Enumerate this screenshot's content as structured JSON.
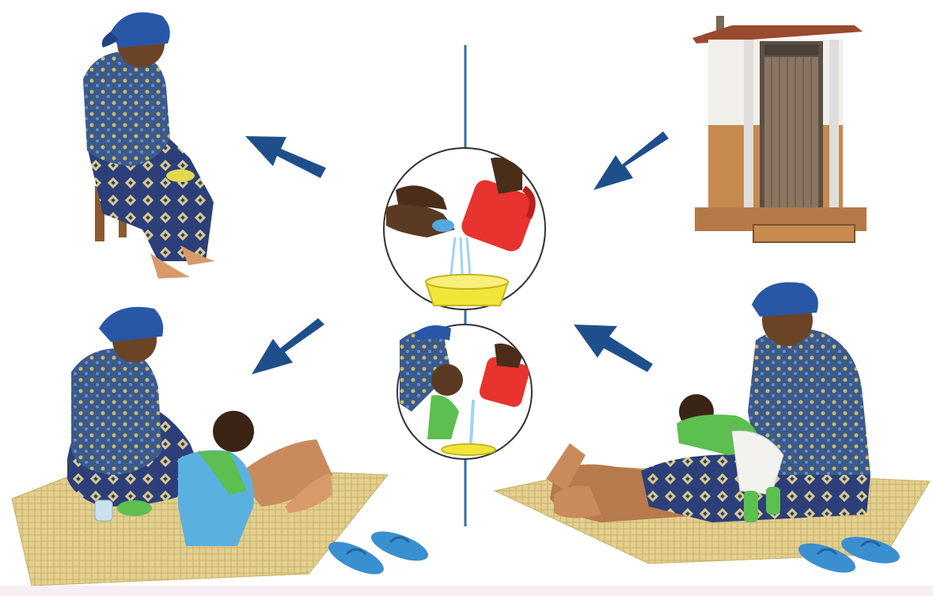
{
  "illustration": {
    "panels": [
      {
        "id": "latrine",
        "description_icon": "latrine-icon"
      },
      {
        "id": "handwash-adult",
        "description_icon": "handwash-icon"
      },
      {
        "id": "handwash-child",
        "description_icon": "handwash-icon"
      },
      {
        "id": "mother-changing-baby",
        "description_icon": "mother-baby-icon"
      },
      {
        "id": "mother-feeding-child",
        "description_icon": "mother-child-icon"
      },
      {
        "id": "mother-eating",
        "description_icon": "mother-eating-icon"
      }
    ],
    "arrows": [
      "arrow-latrine-to-handwash",
      "arrow-handwash-to-eating",
      "arrow-handwash-to-feeding",
      "arrow-changing-to-handwash"
    ],
    "colors": {
      "arrow": "#1f4f8b",
      "divider": "#2f6fa8",
      "headscarf": "#2857a6",
      "dress": "#3a5a8c",
      "skirt": "#2c3f7a",
      "mat": "#e3cf8f",
      "jug": "#e8332f",
      "basin": "#f2e53a",
      "sandals": "#3a8fd0",
      "baby_green": "#5cbf4f",
      "latrine_wall": "#c68a4e"
    }
  }
}
